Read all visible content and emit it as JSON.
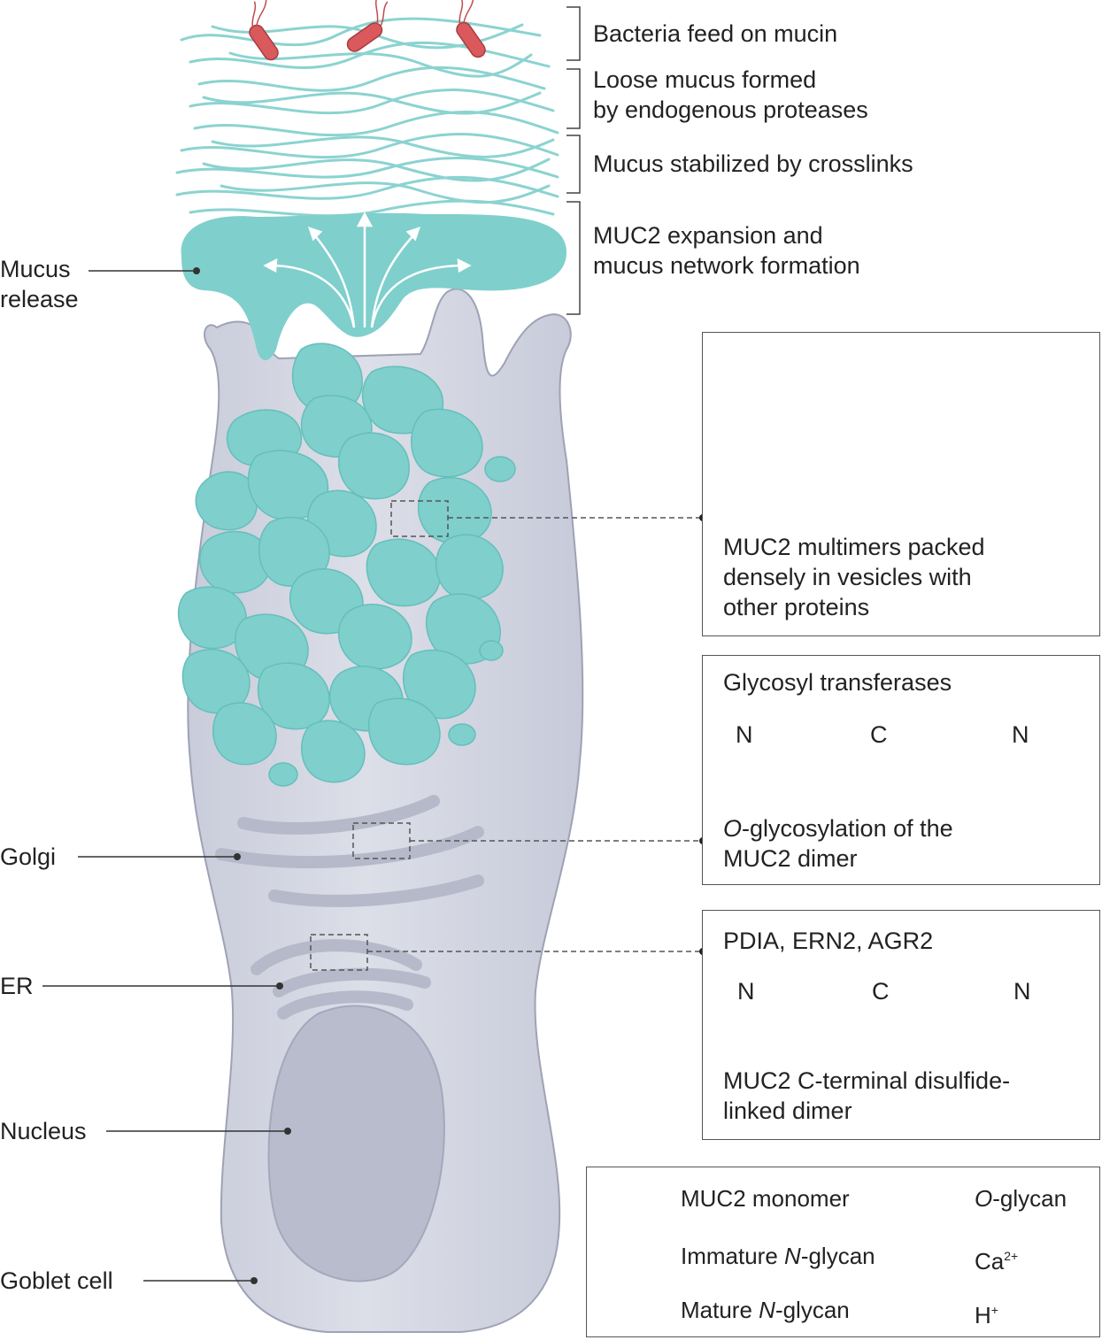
{
  "stages": {
    "bacteria": "Bacteria feed on mucin",
    "loose_line1": "Loose mucus formed",
    "loose_line2": "by endogenous proteases",
    "stabilized": "Mucus stabilized by crosslinks",
    "expansion_line1": "MUC2 expansion and",
    "expansion_line2": "mucus network formation"
  },
  "cell_labels": {
    "mucus_release_line1": "Mucus",
    "mucus_release_line2": "release",
    "golgi": "Golgi",
    "er": "ER",
    "nucleus": "Nucleus",
    "goblet_cell": "Goblet cell"
  },
  "vesicle_box": {
    "line1": "MUC2 multimers packed",
    "line2": "densely in vesicles with",
    "line3": "other proteins"
  },
  "golgi_box": {
    "header": "Glycosyl transferases",
    "n_left": "N",
    "c_mid": "C",
    "n_right": "N",
    "caption_italic": "O",
    "caption_rest": "-glycosylation of the",
    "caption_line2": "MUC2 dimer"
  },
  "er_box": {
    "header": "PDIA, ERN2, AGR2",
    "n_left": "N",
    "c_mid": "C",
    "n_right": "N",
    "caption_line1": "MUC2 C-terminal disulfide-",
    "caption_line2": "linked dimer"
  },
  "legend": {
    "monomer": "MUC2 monomer",
    "oglycan_italic": "O",
    "oglycan_rest": "-glycan",
    "immature_prefix": "Immature ",
    "immature_italic": "N",
    "immature_rest": "-glycan",
    "mature_prefix": "Mature ",
    "mature_italic": "N",
    "mature_rest": "-glycan",
    "calcium": "Ca",
    "calcium_sup": "2+",
    "proton": "H",
    "proton_sup": "+"
  },
  "colors": {
    "mucus": "#7fcfcc",
    "mucus_dark": "#5bbab6",
    "cell": "#d9dbe6",
    "cell_edge": "#9ea2b5",
    "bacteria": "#d9595d",
    "calcium": "#2f77b8",
    "proton": "#d9575a"
  }
}
